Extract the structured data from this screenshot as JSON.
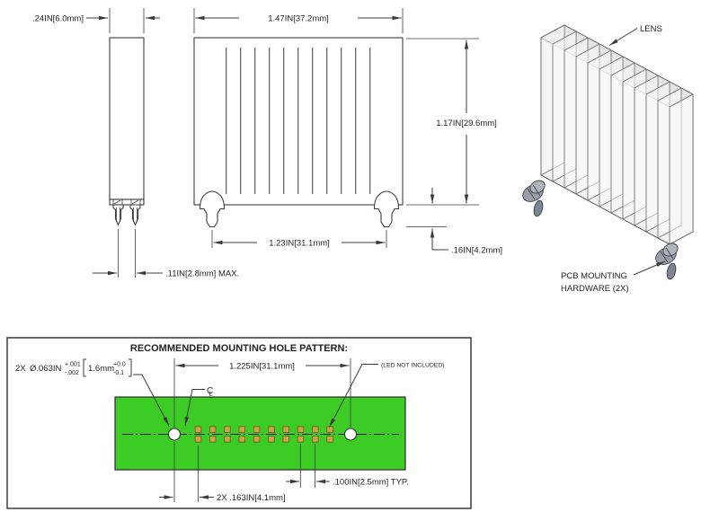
{
  "colors": {
    "pcb_green": "#3DCB26",
    "pad_gold": "#C8A44A",
    "hardware_gray": "#99A0A9",
    "line": "#3B3B3B"
  },
  "side_view": {
    "width_dim": ".24IN[6.0mm]",
    "lead_dim": ".11IN[2.8mm] MAX."
  },
  "front_view": {
    "width_dim": "1.47IN[37.2mm]",
    "height_dim": "1.17IN[29.6mm]",
    "standoff_spacing_dim": "1.23IN[31.1mm]",
    "standoff_height_dim": ".16IN[4.2mm]",
    "segment_lines": 11
  },
  "iso_view": {
    "lens_label": "LENS",
    "hardware_label_line1": "PCB MOUNTING",
    "hardware_label_line2": "HARDWARE (2X)",
    "fin_count": 12
  },
  "hole_pattern": {
    "title": "RECOMMENDED MOUNTING HOLE PATTERN:",
    "hole_spacing_dim": "1.225IN[31.1mm]",
    "led_note": "(LED NOT INCLUDED)",
    "hole_callout_qty": "2X",
    "hole_callout_dia": "Ø.063IN",
    "tol_in_plus": "+.001",
    "tol_in_minus": "-.002",
    "hole_mm": "1.6mm",
    "tol_mm_plus": "+0.0",
    "tol_mm_minus": "-0.1",
    "centerline_c": "C",
    "centerline_l": "L",
    "pad_pitch_dim": ".100IN[2.5mm] TYP.",
    "hole_offset_dim": "2X .163IN[4.1mm]",
    "pad_columns": 10,
    "pad_rows": 2
  }
}
